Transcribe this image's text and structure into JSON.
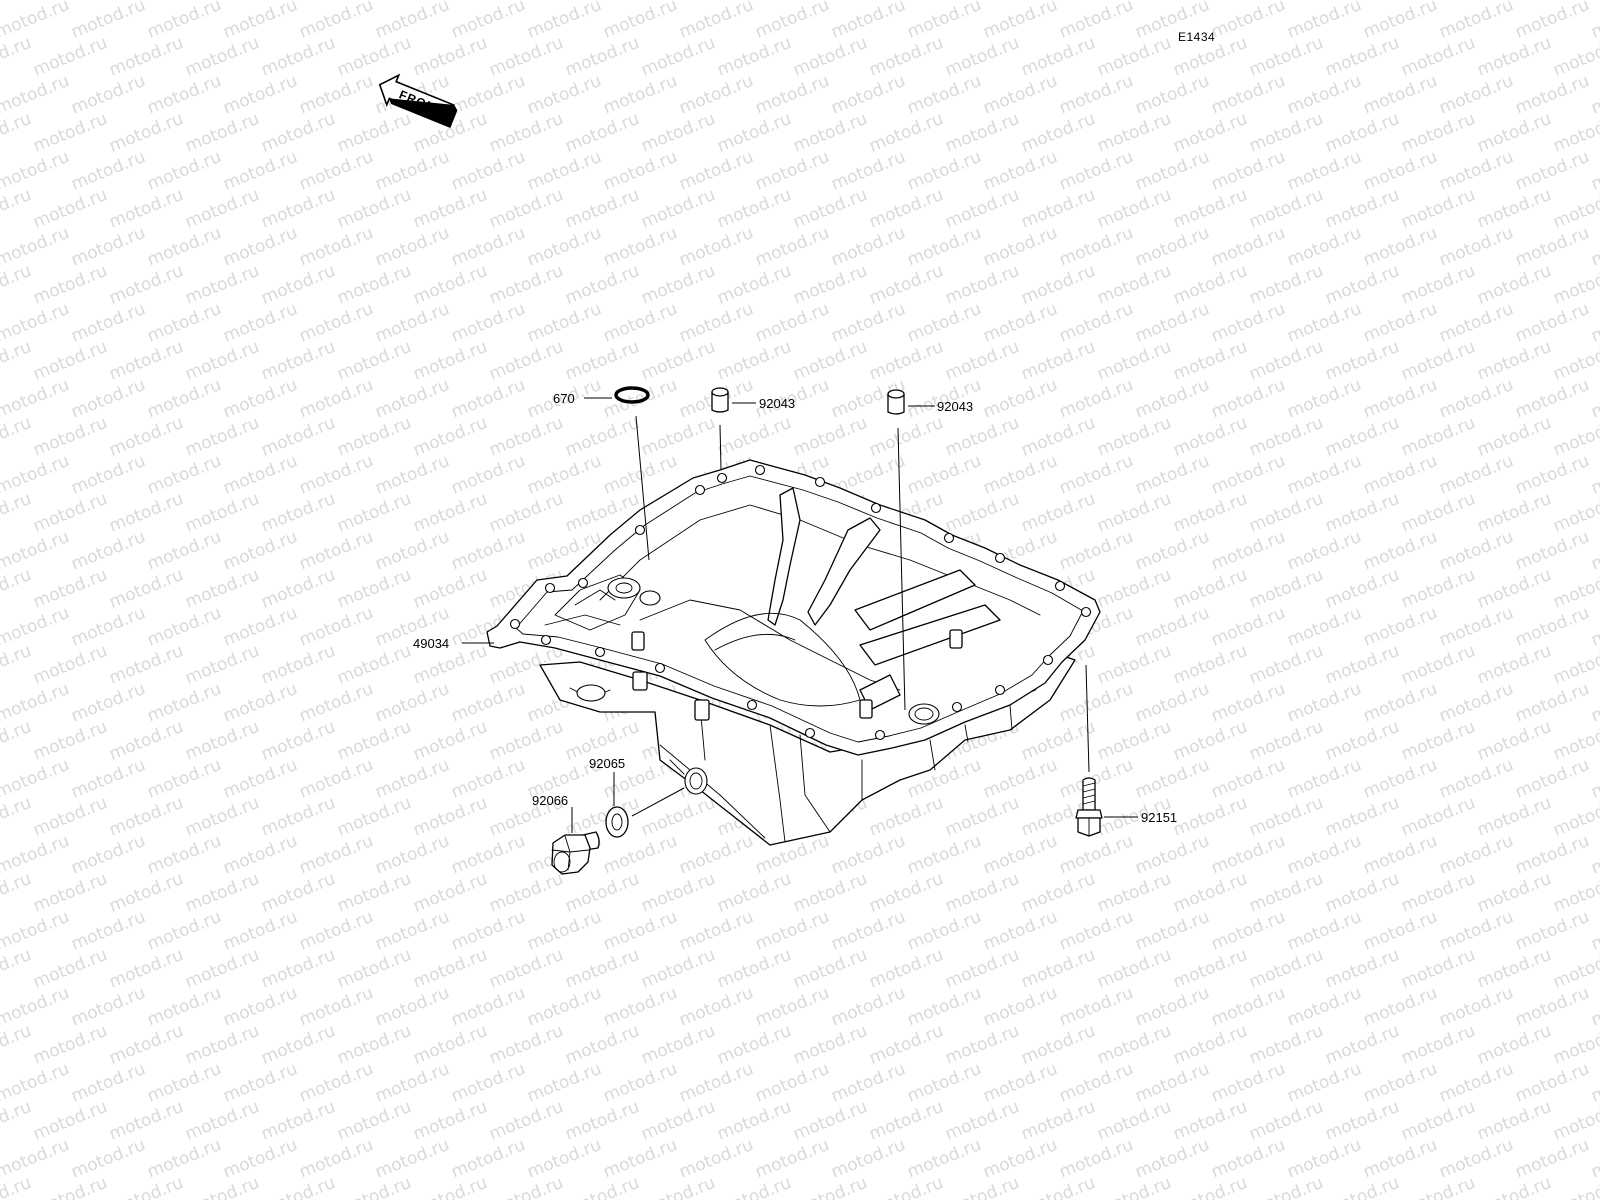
{
  "diagram": {
    "code": "E1434",
    "direction_label": "FRONT",
    "watermark": "motod.ru",
    "callouts": [
      {
        "id": "oring",
        "label": "670"
      },
      {
        "id": "pin-left",
        "label": "92043"
      },
      {
        "id": "pin-right",
        "label": "92043"
      },
      {
        "id": "pan",
        "label": "49034"
      },
      {
        "id": "washer",
        "label": "92065"
      },
      {
        "id": "drain-plug",
        "label": "92066"
      },
      {
        "id": "bolt",
        "label": "92151"
      }
    ]
  }
}
